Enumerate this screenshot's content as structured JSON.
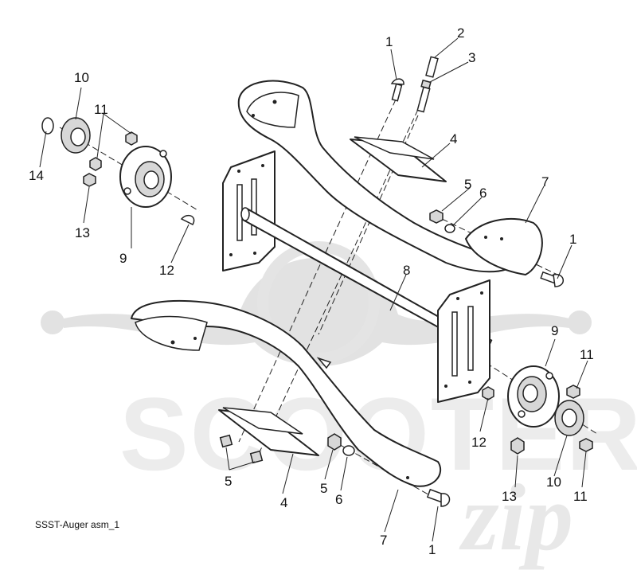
{
  "figure": {
    "caption": "SSST-Auger asm_1"
  },
  "watermark": {
    "brand": "SCOOTER",
    "suffix": "zip"
  },
  "callouts": {
    "c1_top": "1",
    "c2_top": "2",
    "c3_top": "3",
    "c4_top": "4",
    "c5_mid": "5",
    "c6_mid": "6",
    "c7_right": "7",
    "c1_right": "1",
    "c8": "8",
    "c10_left": "10",
    "c11_left": "11",
    "c14_left": "14",
    "c13_left": "13",
    "c9_left": "9",
    "c12_left": "12",
    "c9_right": "9",
    "c11_right_top": "11",
    "c12_right": "12",
    "c13_right": "13",
    "c10_right": "10",
    "c11_right_bottom": "11",
    "c5_bottom_left": "5",
    "c4_bottom": "4",
    "c5_bottom_mid": "5",
    "c6_bottom": "6",
    "c7_bottom": "7",
    "c1_bottom": "1"
  }
}
